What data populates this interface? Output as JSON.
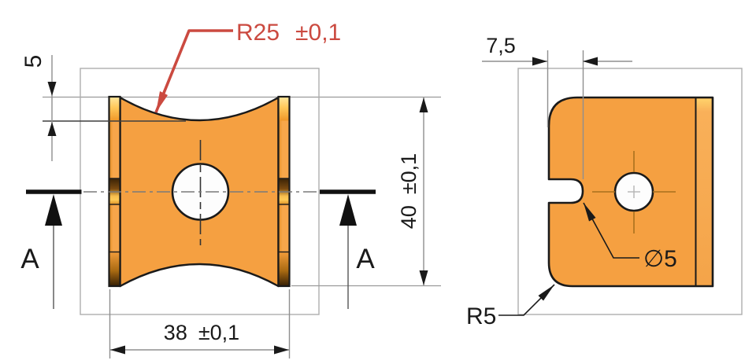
{
  "drawing": {
    "front_view": {
      "radius_callout": {
        "prefix": "R25",
        "tolerance": "±0,1"
      },
      "dip_depth_dim": "5",
      "height_dim": {
        "value": "40",
        "tolerance": "±0,1"
      },
      "width_dim": {
        "value": "38",
        "tolerance": "±0,1"
      },
      "section_label_left": "A",
      "section_label_right": "A"
    },
    "side_view": {
      "slot_depth_dim": "7,5",
      "slot_diameter_callout": "∅5",
      "corner_radius_callout": "R5"
    },
    "colors": {
      "part_orange": "#F5A041",
      "strip_light_orange": "#F6AB52",
      "flange_gold": "#FFC85A",
      "flange_dark_brown": "#3A2306",
      "annotation_red": "#CB4A40",
      "outline_black": "#1A1A1A",
      "dim_gray": "#8F8F8F",
      "box_gray": "#ADADAD"
    }
  }
}
